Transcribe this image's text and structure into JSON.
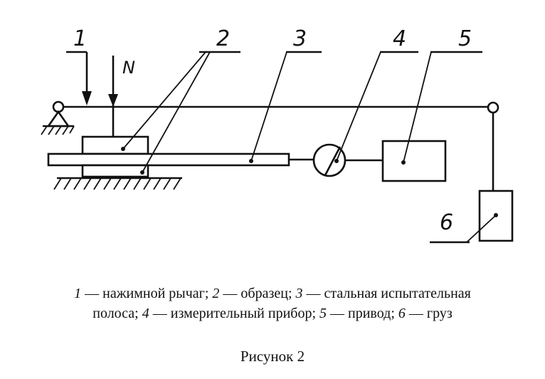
{
  "labels": {
    "l1": "1",
    "l2": "2",
    "l3": "3",
    "l4": "4",
    "l5": "5",
    "l6": "6",
    "force": "N"
  },
  "legend": [
    {
      "num": "1",
      "text": " — нажимной рычаг; "
    },
    {
      "num": "2",
      "text": " — образец; "
    },
    {
      "num": "3",
      "text": " — стальная испытательная"
    },
    {
      "num": "",
      "text": "полоса; "
    },
    {
      "num": "4",
      "text": " — измерительный прибор; "
    },
    {
      "num": "5",
      "text": " — привод; "
    },
    {
      "num": "6",
      "text": " — груз"
    }
  ],
  "figure_title": "Рисунок 2"
}
